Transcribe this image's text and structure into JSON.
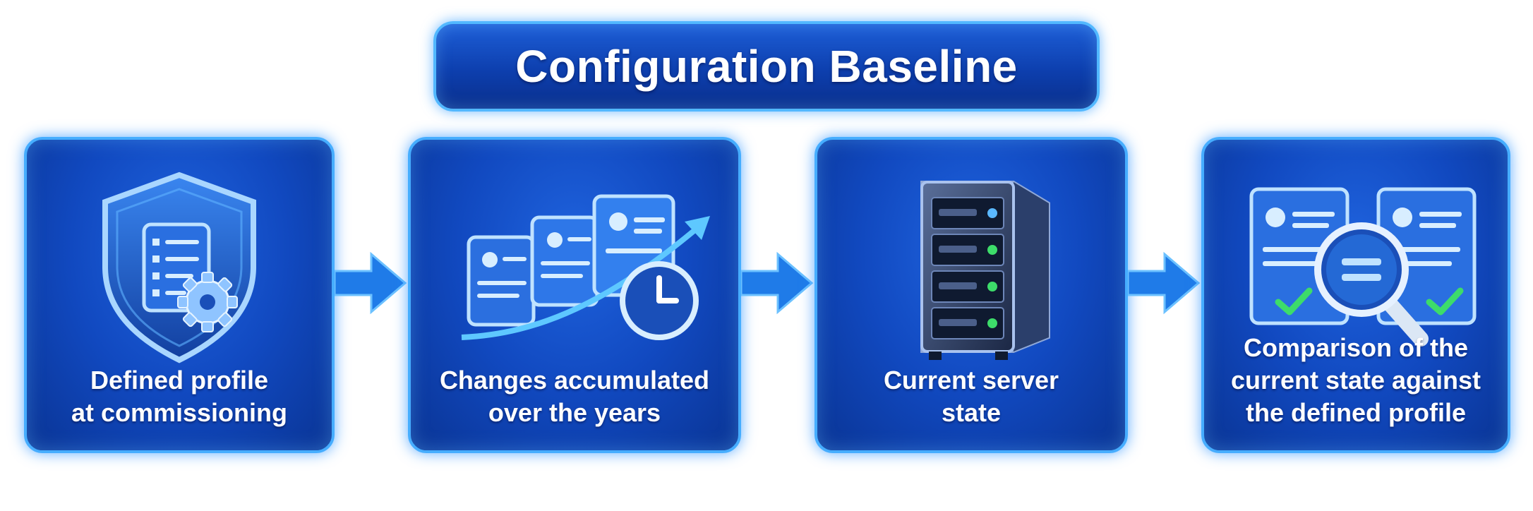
{
  "title": "Configuration Baseline",
  "steps": [
    {
      "lines": [
        "Defined profile",
        "at commissioning"
      ],
      "icon": "shield-checklist-gear-icon"
    },
    {
      "lines": [
        "Changes accumulated",
        "over the years"
      ],
      "icon": "documents-clock-trend-icon"
    },
    {
      "lines": [
        "Current server",
        "state"
      ],
      "icon": "server-rack-icon"
    },
    {
      "lines": [
        "Comparison of the",
        "current state against",
        "the defined profile"
      ],
      "icon": "compare-documents-magnifier-icon"
    }
  ],
  "colors": {
    "card_blue": "#1149c0",
    "glow": "#46adff",
    "arrow": "#1f7be8",
    "check_green": "#3ddc6a"
  }
}
